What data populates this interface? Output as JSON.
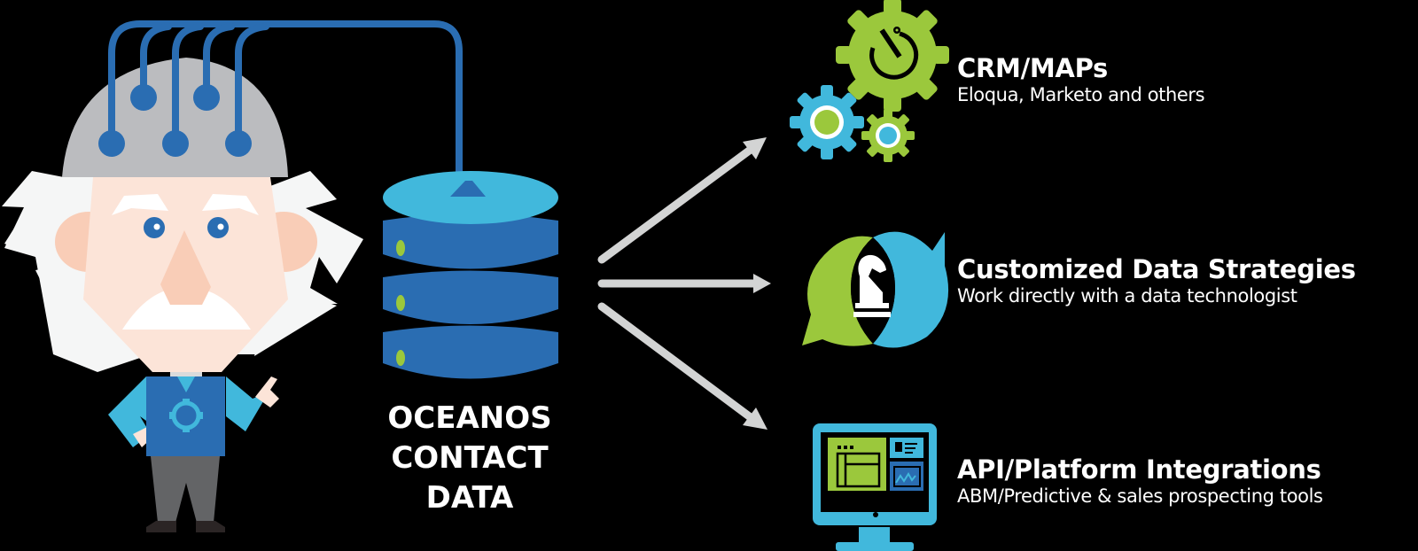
{
  "colors": {
    "background": "#000000",
    "blue_dark": "#2A6DB2",
    "blue_light": "#41B8DC",
    "green": "#9BC83C",
    "gray_helmet": "#BBBCBF",
    "hair": "#F5F6F6",
    "skin": "#FCE4D8",
    "skin_dark": "#F9CDB7",
    "pants": "#636466",
    "shoes": "#2B2525",
    "arrow": "#D3D4D4",
    "text": "#FFFFFF"
  },
  "character": {
    "name": "scientist-mascot",
    "electrode_count": 5
  },
  "database": {
    "label_lines": [
      "OCEANOS",
      "CONTACT",
      "DATA"
    ],
    "tiers": 3
  },
  "arrows": [
    {
      "direction": "up-right",
      "target": "crm"
    },
    {
      "direction": "right",
      "target": "strategies"
    },
    {
      "direction": "down-right",
      "target": "api"
    }
  ],
  "outputs": [
    {
      "id": "crm",
      "icon": "gears-icon",
      "title": "CRM/MAPs",
      "subtitle": "Eloqua, Marketo and others"
    },
    {
      "id": "strategies",
      "icon": "chess-knight-chat-icon",
      "title": "Customized Data Strategies",
      "subtitle": "Work directly with a data technologist"
    },
    {
      "id": "api",
      "icon": "monitor-dashboard-icon",
      "title": "API/Platform Integrations",
      "subtitle": "ABM/Predictive & sales prospecting tools"
    }
  ]
}
